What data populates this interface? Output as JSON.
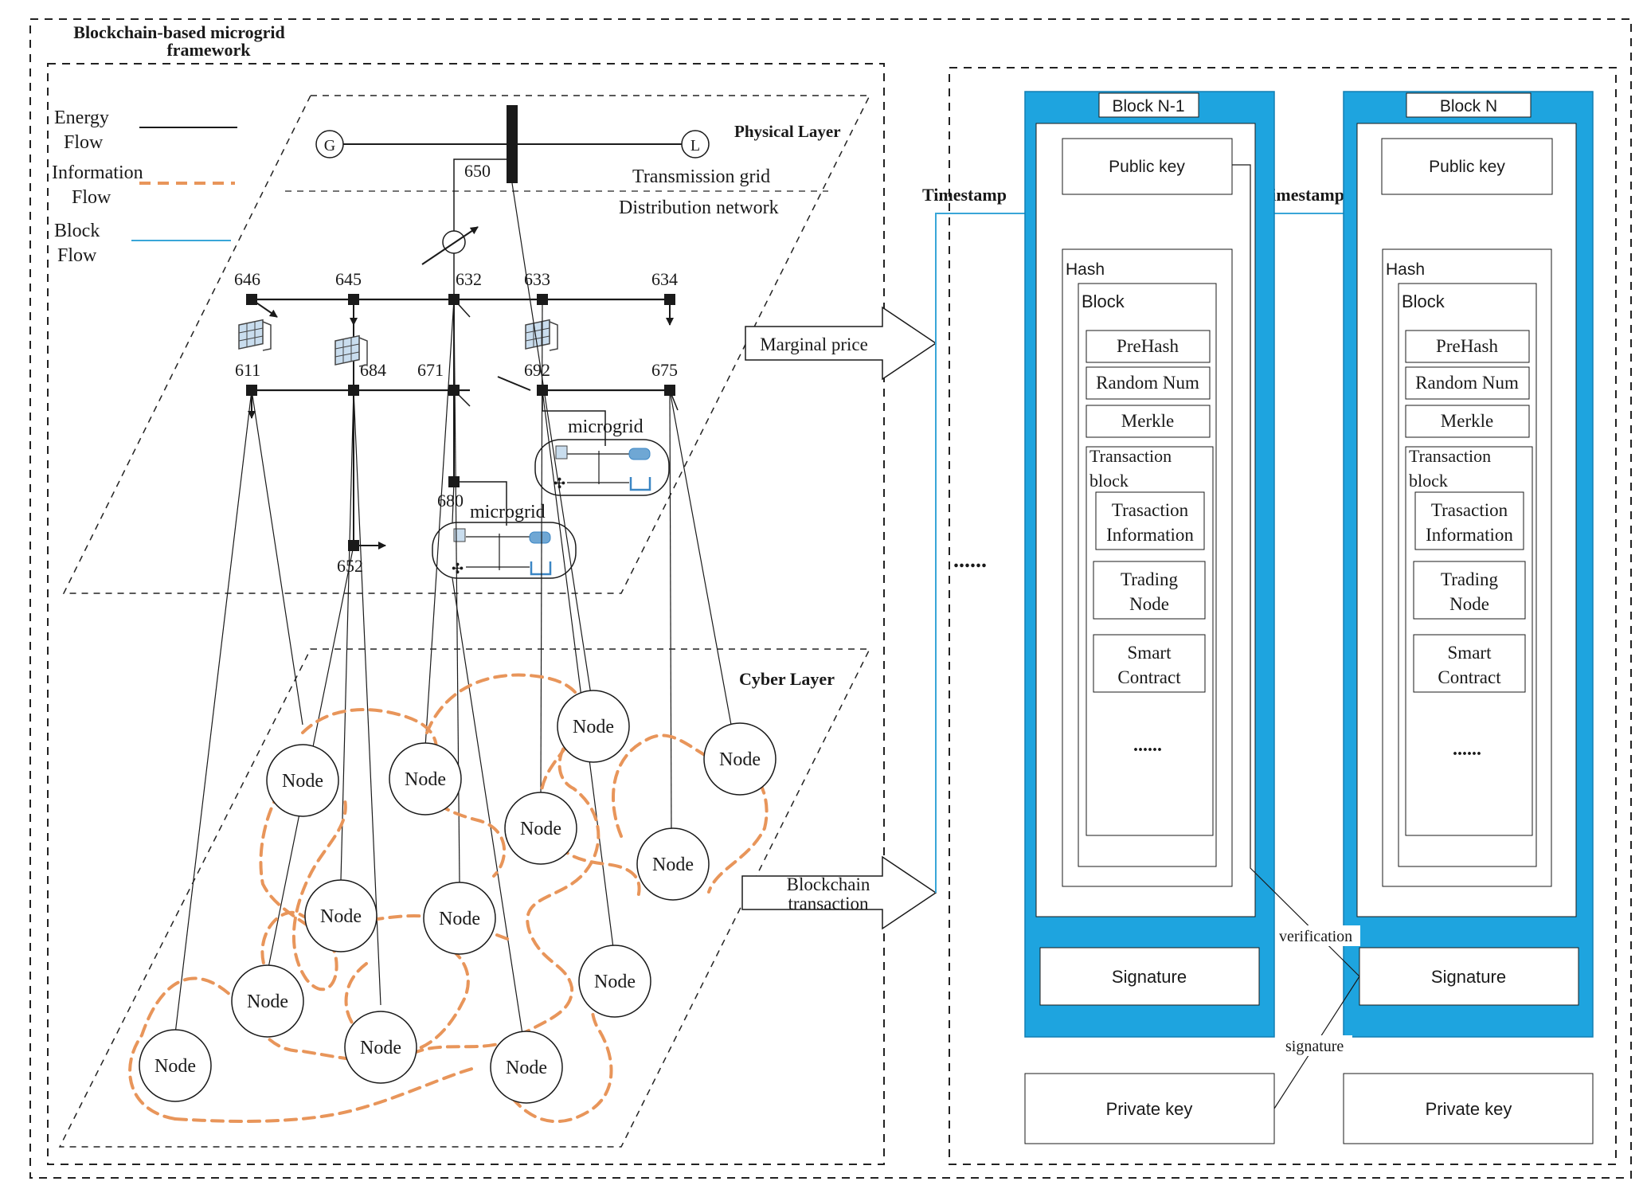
{
  "title": "Blockchain-based microgrid framework",
  "legend": {
    "energy_flow": "Energy Flow",
    "information_flow": "Information Flow",
    "block_flow": "Block Flow"
  },
  "physical_layer": {
    "label": "Physical Layer",
    "generator": "G",
    "load": "L",
    "transmission": "Transmission grid",
    "distribution": "Distribution network",
    "buses": [
      "650",
      "646",
      "645",
      "632",
      "633",
      "634",
      "611",
      "684",
      "671",
      "692",
      "675",
      "680",
      "652"
    ],
    "microgrid_label": "microgrid"
  },
  "cyber_layer": {
    "label": "Cyber Layer",
    "node_label": "Node"
  },
  "arrows": {
    "marginal_price": "Marginal price",
    "blockchain_transaction": "Blockchain transaction"
  },
  "blockchain": {
    "timestamp": "Timestamp",
    "blocks": [
      {
        "title": "Block N-1",
        "public_key": "Public key",
        "hash": "Hash",
        "block": "Block",
        "prehash": "PreHash",
        "random": "Random Num",
        "merkle": "Merkle",
        "tx_block": "Transaction block",
        "tx_info": "Trasaction Information",
        "trading_node": "Trading Node",
        "smart_contract": "Smart Contract",
        "more": "......",
        "signature": "Signature",
        "private_key": "Private key"
      },
      {
        "title": "Block N",
        "public_key": "Public key",
        "hash": "Hash",
        "block": "Block",
        "prehash": "PreHash",
        "random": "Random Num",
        "merkle": "Merkle",
        "tx_block": "Transaction block",
        "tx_info": "Trasaction Information",
        "trading_node": "Trading Node",
        "smart_contract": "Smart Contract",
        "more": "......",
        "signature": "Signature",
        "private_key": "Private key"
      }
    ],
    "ellipsis": "......",
    "verification": "verification",
    "signature_label": "signature"
  },
  "colors": {
    "block_blue": "#1ea4df",
    "info_orange": "#e8955a",
    "block_flow_line": "#39a6d8",
    "ink": "#1a1a1a",
    "icon_blue": "#3b86c4"
  }
}
